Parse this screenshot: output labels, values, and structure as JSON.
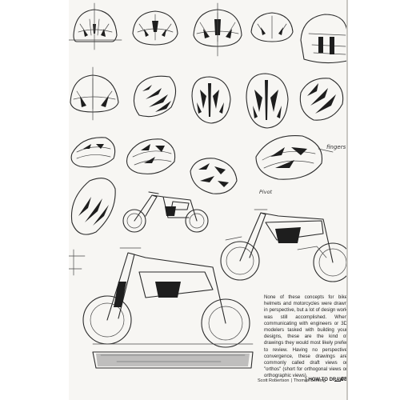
{
  "body_text": "None of these concepts for bike helmets and motorcycles were drawn in perspective, but a lot of design work was still accomplished. When communicating with engineers or 3D modelers tasked with building your designs, these are the kind of drawings they would most likely prefer to review. Having no perspective convergence, these drawings are commonly called draft views or \"orthos\" (short for orthogonal views or orthographic views).",
  "annotations": {
    "fingers": "fingers",
    "pivot": "Pivot"
  },
  "footer": {
    "author_1": "Scott Robertson",
    "separator": "|",
    "author_2": "Thomas Bertling",
    "separator_2": "|",
    "book_title": "HOW TO DRAW",
    "page_number": "08"
  },
  "sketch_subjects": [
    "helmet-concepts",
    "dirt-bike-concepts"
  ]
}
